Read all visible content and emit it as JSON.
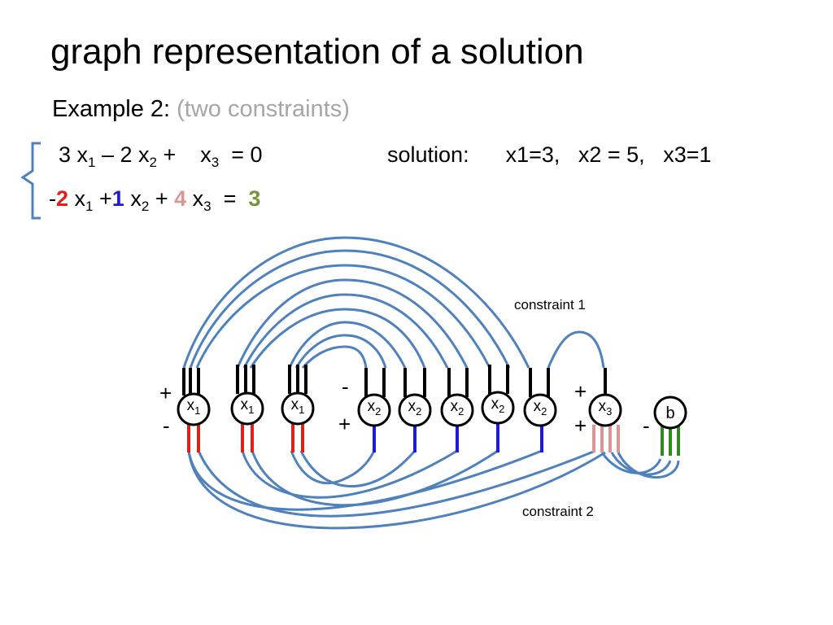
{
  "slide": {
    "title": "graph representation of a solution",
    "example_label": "Example 2:",
    "example_sub": "(two constraints)"
  },
  "equations": {
    "eq1": {
      "c1": "3 x",
      "s1": "1",
      "t1": " – 2 x",
      "s2": "2",
      "t2": " +    x",
      "s3": "3",
      "rhs": "  = 0"
    },
    "solution": "solution:      x1=3,   x2 = 5,   x3=1",
    "eq2": {
      "sign": "-",
      "a1": "2",
      "t1": " x",
      "s1": "1",
      "t2": " +",
      "a2": "1",
      "t3": " x",
      "s2": "2",
      "t4": " + ",
      "a3": "4",
      "t5": " x",
      "s3": "3",
      "t6": "  =  ",
      "rhs": "3"
    }
  },
  "diagram": {
    "nodes": [
      {
        "var": "x",
        "sub": "1"
      },
      {
        "var": "x",
        "sub": "1"
      },
      {
        "var": "x",
        "sub": "1"
      },
      {
        "var": "x",
        "sub": "2"
      },
      {
        "var": "x",
        "sub": "2"
      },
      {
        "var": "x",
        "sub": "2"
      },
      {
        "var": "x",
        "sub": "2"
      },
      {
        "var": "x",
        "sub": "2"
      },
      {
        "var": "x",
        "sub": "3"
      },
      {
        "var": "b",
        "sub": ""
      }
    ],
    "signs": {
      "plus": "+",
      "minus": "-"
    },
    "constraint_labels": [
      "constraint 1",
      "constraint 2"
    ],
    "colors": {
      "wire": "#4f81bd",
      "red": "#e0201a",
      "blue": "#1c1cd6",
      "pink": "#d99694",
      "green": "#2e8b1e",
      "black": "#000000"
    }
  }
}
